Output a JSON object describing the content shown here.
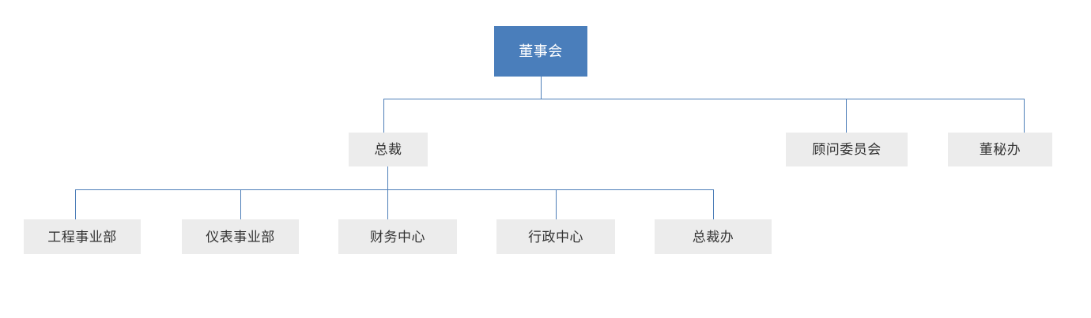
{
  "chart_data": {
    "type": "diagram",
    "diagram_type": "org-chart",
    "title": "",
    "colors": {
      "root_fill": "#4a7ebb",
      "root_text": "#ffffff",
      "node_fill": "#ececec",
      "node_text": "#333333",
      "connector": "#4d7eb8",
      "background": "#ffffff"
    },
    "nodes": [
      {
        "id": "n0",
        "label": "董事会",
        "level": 0,
        "parent": null
      },
      {
        "id": "n1",
        "label": "总裁",
        "level": 1,
        "parent": "n0"
      },
      {
        "id": "n2",
        "label": "顾问委员会",
        "level": 1,
        "parent": "n0"
      },
      {
        "id": "n3",
        "label": "董秘办",
        "level": 1,
        "parent": "n0"
      },
      {
        "id": "n4",
        "label": "工程事业部",
        "level": 2,
        "parent": "n1"
      },
      {
        "id": "n5",
        "label": "仪表事业部",
        "level": 2,
        "parent": "n1"
      },
      {
        "id": "n6",
        "label": "财务中心",
        "level": 2,
        "parent": "n1"
      },
      {
        "id": "n7",
        "label": "行政中心",
        "level": 2,
        "parent": "n1"
      },
      {
        "id": "n8",
        "label": "总裁办",
        "level": 2,
        "parent": "n1"
      }
    ],
    "edges": [
      {
        "from": "n0",
        "to": "n1"
      },
      {
        "from": "n0",
        "to": "n2"
      },
      {
        "from": "n0",
        "to": "n3"
      },
      {
        "from": "n1",
        "to": "n4"
      },
      {
        "from": "n1",
        "to": "n5"
      },
      {
        "from": "n1",
        "to": "n6"
      },
      {
        "from": "n1",
        "to": "n7"
      },
      {
        "from": "n1",
        "to": "n8"
      }
    ]
  },
  "chart": {
    "root": {
      "label": "董事会"
    },
    "level1": [
      {
        "label": "总裁"
      },
      {
        "label": "顾问委员会"
      },
      {
        "label": "董秘办"
      }
    ],
    "level2": [
      {
        "label": "工程事业部"
      },
      {
        "label": "仪表事业部"
      },
      {
        "label": "财务中心"
      },
      {
        "label": "行政中心"
      },
      {
        "label": "总裁办"
      }
    ]
  }
}
